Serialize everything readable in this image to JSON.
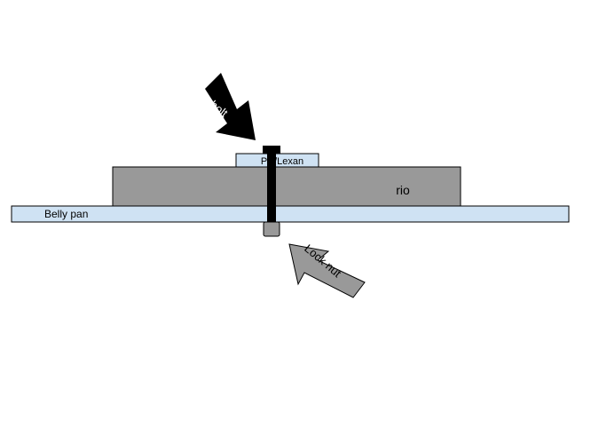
{
  "labels": {
    "bolt": "bolt",
    "pc_lexan": "PC/Lexan",
    "rio": "rio",
    "belly_pan": "Belly pan",
    "lock_nut": "Lock nut"
  },
  "colors": {
    "belly_pan_fill": "#cfe2f3",
    "pc_lexan_fill": "#cfe2f3",
    "rio_fill": "#999999",
    "bolt_fill": "#000000",
    "bolt_arrow_fill": "#000000",
    "lock_nut_fill": "#999999",
    "lock_nut_arrow_fill": "#999999",
    "outline": "#000000"
  }
}
